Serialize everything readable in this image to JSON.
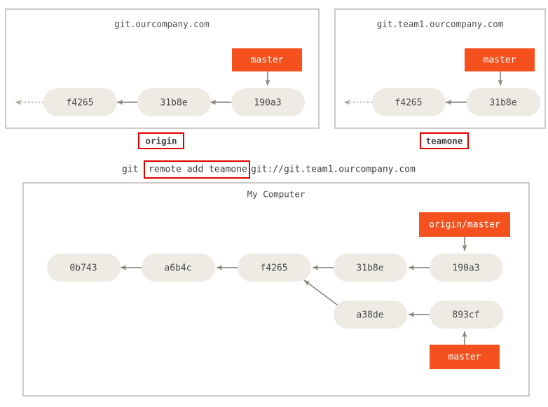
{
  "diagram": {
    "type": "git-remote-branch-diagram",
    "colors": {
      "branch_orange": "#f4511e",
      "commit_node_gray": "#edebe4",
      "panel_border": "#b9b5b0",
      "edge_gray": "#8c8880",
      "highlight_red": "#e00000",
      "text_dark": "#4a4a4a",
      "background": "#ffffff"
    },
    "panels": [
      {
        "id": "origin-panel",
        "title": "git.ourcompany.com",
        "remote_tag": "origin",
        "commits": [
          "f4265",
          "31b8e",
          "190a3"
        ],
        "branches": [
          {
            "label": "master",
            "points_to": "190a3"
          }
        ]
      },
      {
        "id": "teamone-panel",
        "title": "git.team1.ourcompany.com",
        "remote_tag": "teamone",
        "commits": [
          "f4265",
          "31b8e"
        ],
        "branches": [
          {
            "label": "master",
            "points_to": "31b8e"
          }
        ]
      },
      {
        "id": "local-panel",
        "title": "My Computer",
        "remote_tag": "",
        "commits_main": [
          "0b743",
          "a6b4c",
          "f4265",
          "31b8e",
          "190a3"
        ],
        "commits_branch": [
          "a38de",
          "893cf"
        ],
        "branches": [
          {
            "label": "origin/master",
            "points_to": "190a3"
          },
          {
            "label": "master",
            "points_to": "893cf"
          }
        ]
      }
    ],
    "command": {
      "prefix": "git ",
      "highlighted": "remote add teamone",
      "suffix": " git://git.team1.ourcompany.com"
    },
    "nodes": {
      "origin_f4265": "f4265",
      "origin_31b8e": "31b8e",
      "origin_190a3": "190a3",
      "origin_master": "master",
      "team_f4265": "f4265",
      "team_31b8e": "31b8e",
      "team_master": "master",
      "local_0b743": "0b743",
      "local_a6b4c": "a6b4c",
      "local_f4265": "f4265",
      "local_31b8e": "31b8e",
      "local_190a3": "190a3",
      "local_a38de": "a38de",
      "local_893cf": "893cf",
      "local_origin_master": "origin/master",
      "local_master": "master"
    }
  }
}
